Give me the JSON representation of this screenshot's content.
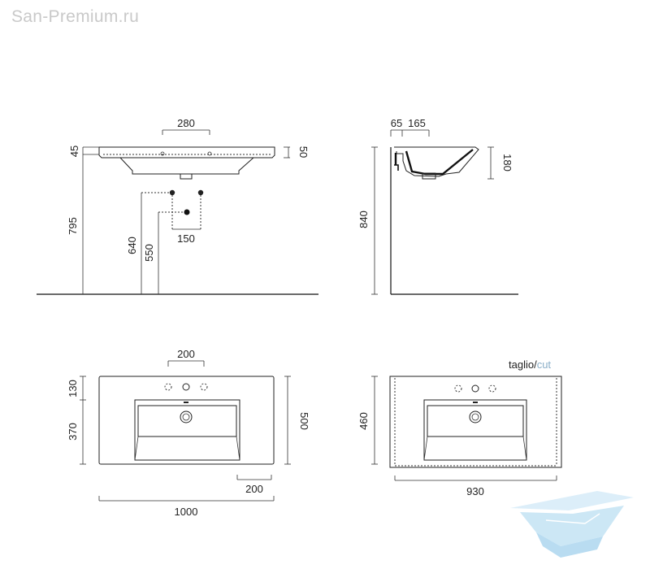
{
  "watermark": "San-Premium.ru",
  "front_view": {
    "width_top": "280",
    "rim_left": "45",
    "rim_right": "50",
    "height": "795",
    "hole_height": "640",
    "drain_height": "550",
    "pipe_spacing": "150"
  },
  "side_view": {
    "wall_offset": "65",
    "depth": "165",
    "bowl_height": "180",
    "total_height": "840"
  },
  "top_view": {
    "tap_spacing": "200",
    "back_depth": "130",
    "bowl_depth": "370",
    "total_depth": "500",
    "side_offset": "200",
    "width": "1000"
  },
  "cut_view": {
    "cut_label_a": "taglio/",
    "cut_label_b": "cut",
    "depth": "460",
    "width": "930"
  },
  "colors": {
    "line": "#222222",
    "watermark": "#c9c9c9",
    "cut_accent": "#8aaec8",
    "logo": "#bfe0f2"
  },
  "icons": {
    "logo": "bathtub-logo-icon"
  }
}
